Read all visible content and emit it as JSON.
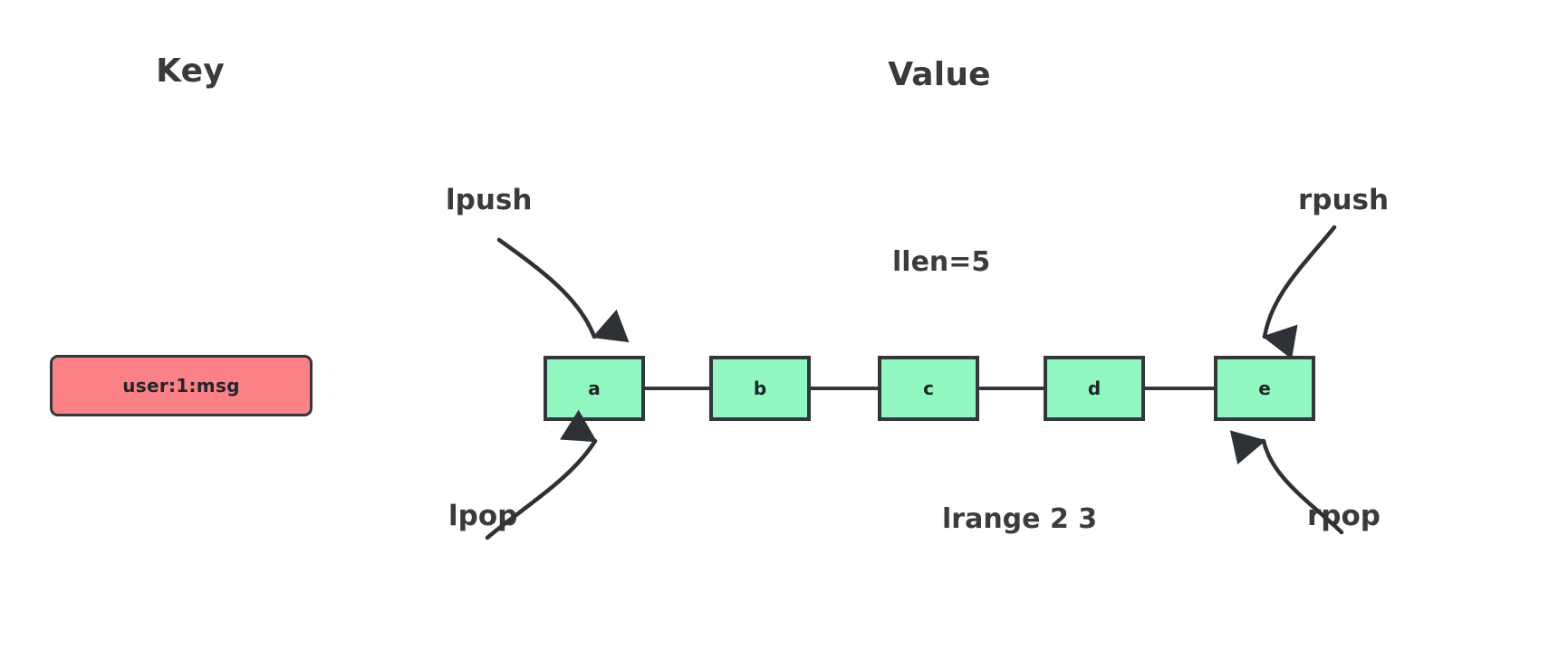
{
  "diagram": {
    "type": "redis-list-structure",
    "background": "#ffffff",
    "columns": {
      "key_title": "Key",
      "value_title": "Value"
    },
    "key": {
      "label": "user:1:msg",
      "fill": "#FA8186",
      "stroke": "#33373b"
    },
    "list": {
      "fill": "#90F8C0",
      "stroke": "#33373b",
      "nodes": [
        {
          "label": "a"
        },
        {
          "label": "b"
        },
        {
          "label": "c"
        },
        {
          "label": "d"
        },
        {
          "label": "e"
        }
      ]
    },
    "annotations": {
      "lpush": "lpush",
      "rpush": "rpush",
      "lpop": "lpop",
      "rpop": "rpop",
      "llen": "llen=5",
      "lrange": "lrange 2 3"
    },
    "arrows": [
      {
        "name": "lpush-arrow",
        "from": "lpush-label",
        "to": "node-a",
        "direction": "down-right"
      },
      {
        "name": "rpush-arrow",
        "from": "rpush-label",
        "to": "node-e",
        "direction": "down-left"
      },
      {
        "name": "lpop-arrow",
        "from": "lpop-label",
        "to": "node-a",
        "direction": "up-right"
      },
      {
        "name": "rpop-arrow",
        "from": "rpop-label",
        "to": "node-e",
        "direction": "up-left"
      }
    ]
  }
}
